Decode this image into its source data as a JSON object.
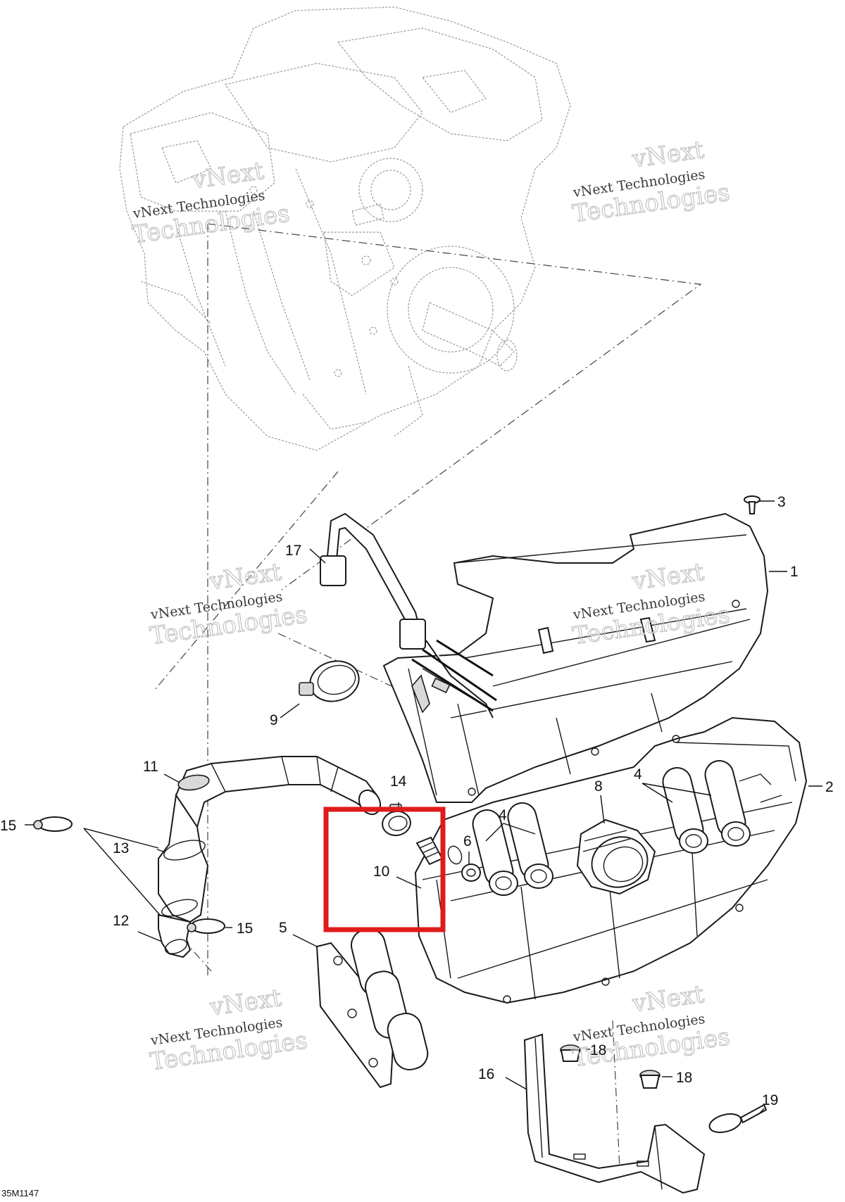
{
  "diagram": {
    "code": "35M1147",
    "highlight_color": "#e01b1b",
    "callouts": [
      {
        "id": "c1",
        "label": "1"
      },
      {
        "id": "c2",
        "label": "2"
      },
      {
        "id": "c3",
        "label": "3"
      },
      {
        "id": "c4a",
        "label": "4"
      },
      {
        "id": "c4b",
        "label": "4"
      },
      {
        "id": "c5",
        "label": "5"
      },
      {
        "id": "c6",
        "label": "6"
      },
      {
        "id": "c8",
        "label": "8"
      },
      {
        "id": "c9",
        "label": "9"
      },
      {
        "id": "c10",
        "label": "10"
      },
      {
        "id": "c11",
        "label": "11"
      },
      {
        "id": "c12",
        "label": "12"
      },
      {
        "id": "c13",
        "label": "13"
      },
      {
        "id": "c14",
        "label": "14"
      },
      {
        "id": "c15a",
        "label": "15"
      },
      {
        "id": "c15b",
        "label": "15"
      },
      {
        "id": "c16",
        "label": "16"
      },
      {
        "id": "c17",
        "label": "17"
      },
      {
        "id": "c18a",
        "label": "18"
      },
      {
        "id": "c18b",
        "label": "18"
      },
      {
        "id": "c19",
        "label": "19"
      }
    ],
    "watermark": {
      "line_small": "vNext Technologies",
      "line_big_1": "vNext",
      "line_big_2": "Technologies"
    }
  }
}
